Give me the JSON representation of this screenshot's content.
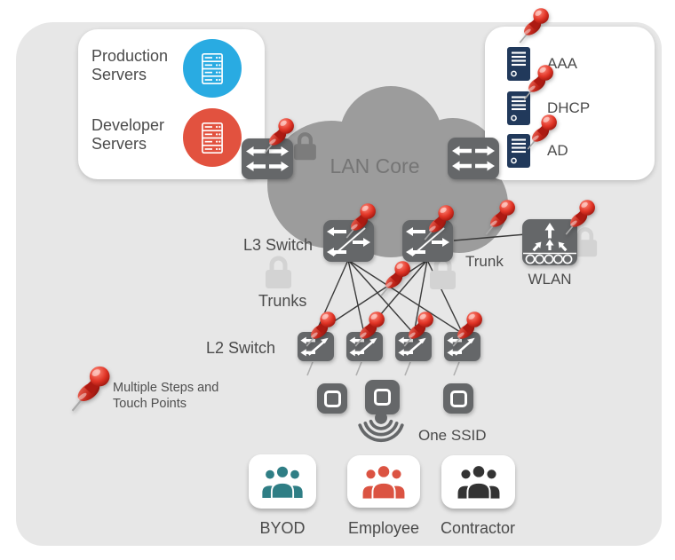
{
  "colors": {
    "canvas": "#e7e7e7",
    "cloud": "#9c9c9c",
    "node_gray": "#656769",
    "auth_server_icon": "#21395B",
    "pin_red": "#d0261b"
  },
  "production_box": {
    "production_label": "Production Servers",
    "production_color": "#29ABE2",
    "developer_label": "Developer Servers",
    "developer_color": "#E2523F"
  },
  "auth_box": {
    "servers": [
      {
        "label": "AAA"
      },
      {
        "label": "DHCP"
      },
      {
        "label": "AD"
      }
    ]
  },
  "cloud": {
    "label": "LAN Core"
  },
  "network": {
    "l3_switch_label": "L3 Switch",
    "trunks_label": "Trunks",
    "l2_switch_label": "L2 Switch",
    "trunk_label": "Trunk",
    "wlan_label": "WLAN",
    "one_ssid_label": "One SSID"
  },
  "legend": {
    "line1": "Multiple Steps and",
    "line2": "Touch Points"
  },
  "user_groups": [
    {
      "label": "BYOD",
      "color": "#2F7E85"
    },
    {
      "label": "Employee",
      "color": "#DB5342"
    },
    {
      "label": "Contractor",
      "color": "#333333"
    }
  ]
}
